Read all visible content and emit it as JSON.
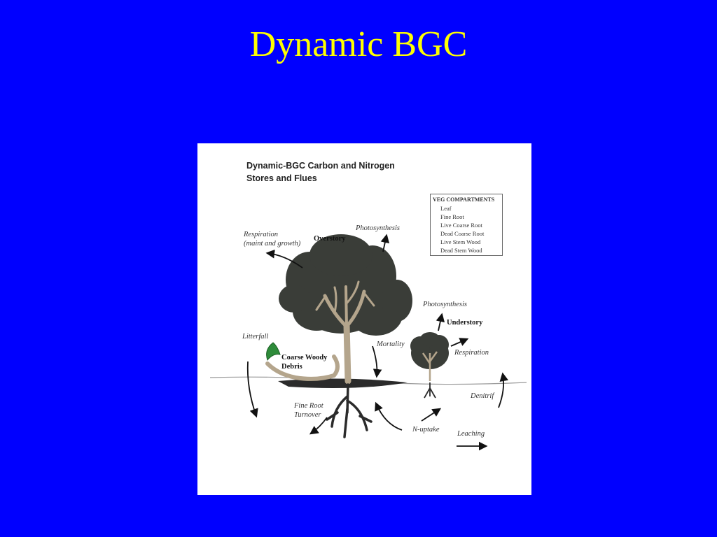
{
  "slide": {
    "title": "Dynamic BGC"
  },
  "figure": {
    "title_line1": "Dynamic-BGC Carbon and Nitrogen",
    "title_line2": "Stores and Flues",
    "legend": {
      "heading": "VEG COMPARTMENTS",
      "items": [
        "Leaf",
        "Fine Root",
        "Live Coarse Root",
        "Dead Coarse Root",
        "Live Stem Wood",
        "Dead Stem Wood"
      ]
    },
    "labels": {
      "respiration_over_1": "Respiration",
      "respiration_over_2": "(maint and growth)",
      "overstory": "Overstory",
      "photosynthesis_over": "Photosynthesis",
      "photosynthesis_under": "Photosynthesis",
      "understory": "Understory",
      "litterfall": "Litterfall",
      "coarse_woody_1": "Coarse Woody",
      "coarse_woody_2": "Debris",
      "mortality": "Mortality",
      "respiration_under": "Respiration",
      "denitrif": "Denitrif",
      "fine_root_1": "Fine Root",
      "fine_root_2": "Turnover",
      "n_uptake": "N-uptake",
      "leaching": "Leaching"
    },
    "colors": {
      "canopy": "#3A3D38",
      "trunk": "#B4A58C",
      "ground": "#2B2B2B",
      "litter": "#2E8B3A",
      "arrow": "#111111"
    }
  }
}
